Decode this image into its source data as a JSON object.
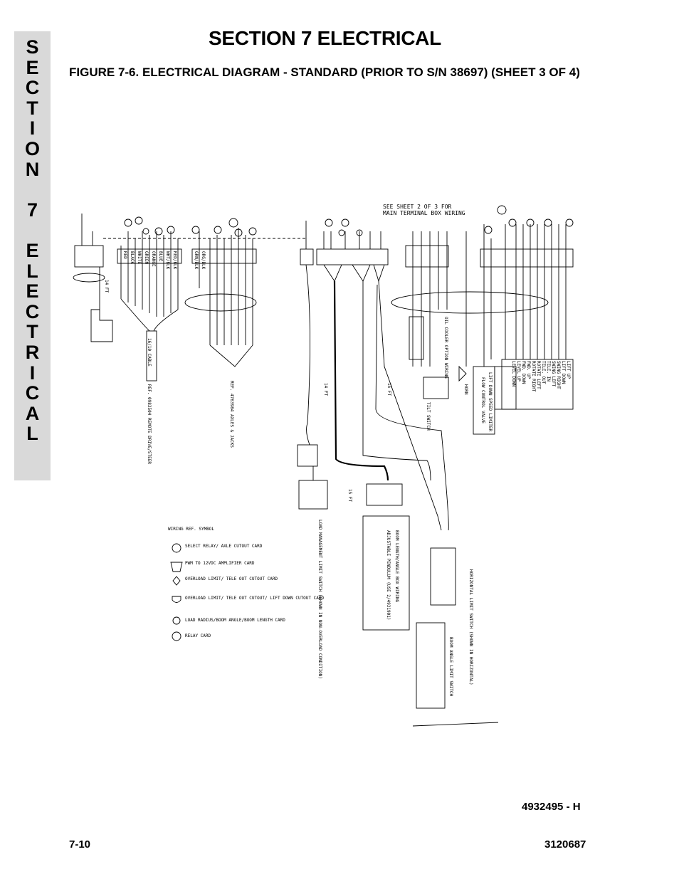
{
  "side_tab": {
    "letters": [
      "S",
      "E",
      "C",
      "T",
      "I",
      "O",
      "N",
      " ",
      "7",
      " ",
      "E",
      "L",
      "E",
      "C",
      "T",
      "R",
      "I",
      "C",
      "A",
      "L"
    ]
  },
  "header": {
    "section_title": "SECTION 7  ELECTRICAL",
    "figure_caption": "FIGURE 7-6.    ELECTRICAL DIAGRAM - STANDARD (PRIOR TO S/N 38697) (SHEET 3 OF 4)"
  },
  "diagram": {
    "top_note_line1": "SEE SHEET 2 OF 3 FOR",
    "top_note_line2": "MAIN TERMINAL BOX WIRING",
    "labels": {
      "fourteen_ft_a": "14 FT",
      "fourteen_ft_b": "14 FT",
      "fifteen_ft_a": "15 FT",
      "fifteen_ft_b": "15 FT",
      "cable": "16/10 CABLE",
      "ref_remote": "REF. 0983504 REMOTE DRIVE/STEER",
      "ref_axles": "REF. 4763984 AXLES & JACKS",
      "horn": "HORN",
      "flow_control": "FLOW CONTROL VALVE",
      "lift_down_speed": "LIFT DOWN SPEED LIMITER",
      "oil_cooler": "OIL COOLER OPTION WIRING",
      "tilt_switch": "TILT SWITCH",
      "load_mgmt": "LOAD MANAGEMENT LIMIT SWITCH (SHOWN IN NON-OVERLOAD CONDITION)",
      "boom_length": "BOOM LENGTH/ANGLE BOX WIRING",
      "pendulum": "ADJUSTABLE PENDULUM (USE 2/4931901)",
      "horizontal_limit": "HORIZONTAL LIMIT SWITCH (SHOWN IN HORIZONTAL)",
      "boom_angle": "BOOM ANGLE LIMIT SWITCH"
    },
    "function_box": [
      "LIFT UP",
      "LIFT DOWN",
      "SWING RIGHT",
      "SWING LEFT",
      "TELE. IN",
      "TELE. OUT",
      "ROTATE LEFT",
      "ROTATE RIGHT",
      "FWD. UP",
      "FWD. DOWN",
      "LEVEL UP",
      "LEVEL DOWN"
    ],
    "wire_tags_left": [
      "RED",
      "BLACK",
      "WHITE",
      "GREEN",
      "ORANGE",
      "BLUE",
      "WHT/BLK",
      "RED/BLK",
      "GRN/BLK",
      "ORG/BLK"
    ],
    "legend": {
      "title": "WIRING REF. SYMBOL",
      "items": [
        {
          "icon": "gear-circle-icon",
          "text": "SELECT RELAY/ AXLE CUTOUT CARD"
        },
        {
          "icon": "trapezoid-icon",
          "text": "PWM TO 12VDC AMPLIFIER CARD"
        },
        {
          "icon": "diamond-icon",
          "text": "OVERLOAD LIMIT/ TELE OUT CUTOUT CARD"
        },
        {
          "icon": "shield-icon",
          "text": "OVERLOAD LIMIT/ TELE OUT CUTOUT/ LIFT DOWN CUTOUT CARD"
        },
        {
          "icon": "hexagon-icon",
          "text": "LOAD RADIUS/BOOM ANGLE/BOOM LENGTH CARD"
        },
        {
          "icon": "relay-circle-icon",
          "text": "RELAY CARD"
        }
      ]
    }
  },
  "footer": {
    "doc_number": "4932495 - H",
    "page_number": "7-10",
    "manual_number": "3120687"
  }
}
